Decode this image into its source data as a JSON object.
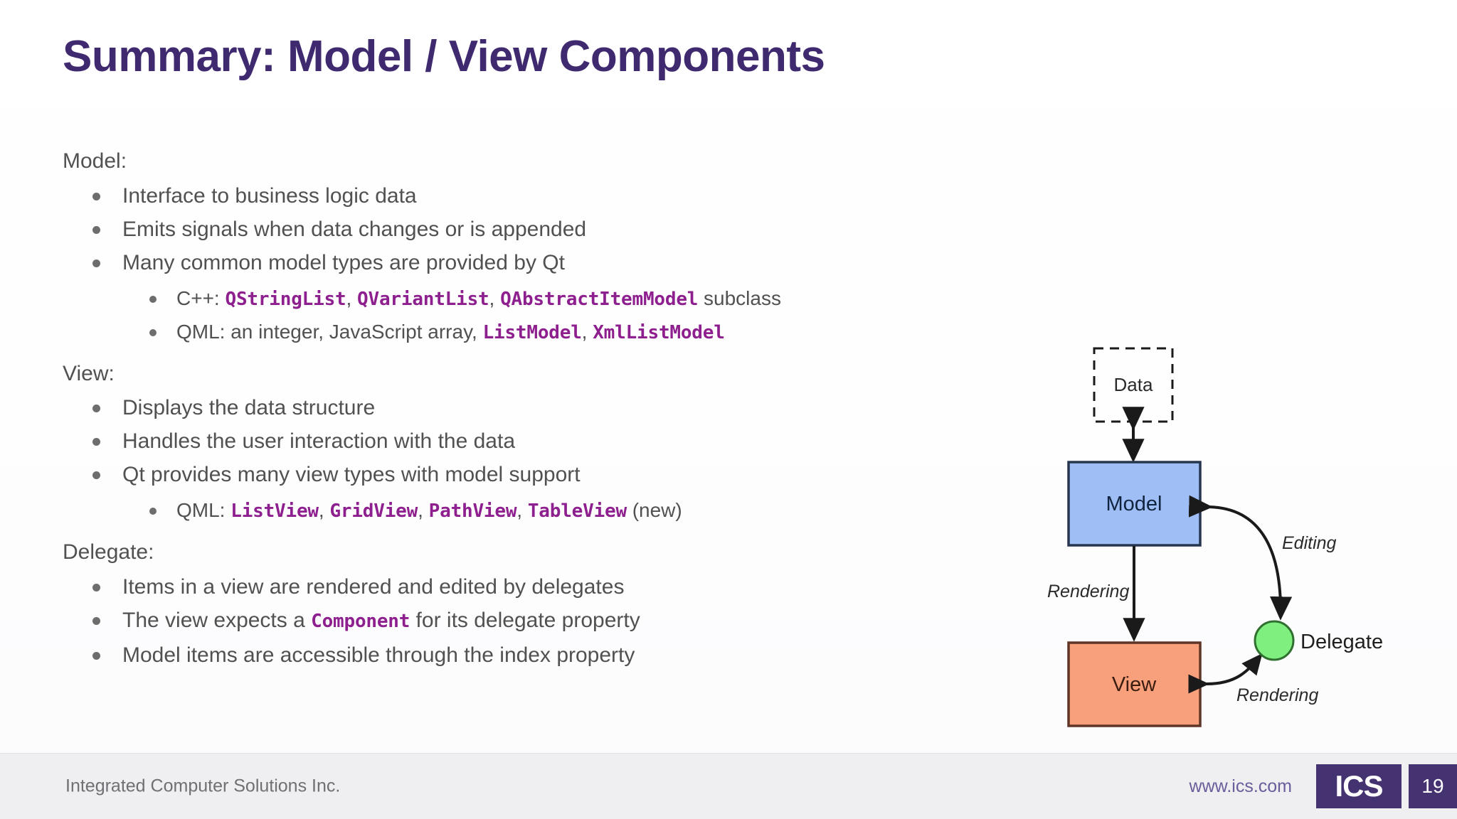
{
  "slide": {
    "title": "Summary: Model / View Components",
    "title_color": "#3f2a70",
    "body_color": "#515151",
    "code_color": "#8e1f8e"
  },
  "sections": {
    "model": {
      "heading": "Model:",
      "items": [
        "Interface to business logic data",
        "Emits signals when data changes or is appended",
        "Many common model types are provided by Qt"
      ],
      "sub": {
        "cpp": {
          "prefix": "C++: ",
          "codes": [
            "QStringList",
            "QVariantList",
            "QAbstractItemModel"
          ],
          "suffix": " subclass"
        },
        "qml": {
          "prefix": "QML: an integer, JavaScript array, ",
          "codes": [
            "ListModel",
            "XmlListModel"
          ],
          "suffix": ""
        }
      }
    },
    "view": {
      "heading": "View:",
      "items": [
        "Displays the data structure",
        "Handles the user interaction with the data",
        "Qt provides many view types with model support"
      ],
      "sub": {
        "qml": {
          "prefix": "QML: ",
          "codes": [
            "ListView",
            "GridView",
            "PathView",
            "TableView"
          ],
          "suffix": " (new)"
        }
      }
    },
    "delegate": {
      "heading": "Delegate:",
      "items_html": [
        {
          "before": "Items in a view are rendered and edited by delegates",
          "code": "",
          "after": ""
        },
        {
          "before": "The view expects a ",
          "code": "Component",
          "after": " for its delegate property"
        },
        {
          "before": "Model items are accessible through the index property",
          "code": "",
          "after": ""
        }
      ]
    }
  },
  "diagram": {
    "nodes": {
      "data": "Data",
      "model": "Model",
      "view": "View",
      "delegate": "Delegate"
    },
    "labels": {
      "editing": "Editing",
      "rendering_left": "Rendering",
      "rendering_right": "Rendering"
    },
    "colors": {
      "model_fill": "#9fbef5",
      "model_stroke": "#27364f",
      "view_fill": "#f89f7c",
      "view_stroke": "#6b3d2a",
      "delegate_fill": "#7ff07f",
      "delegate_stroke": "#2f6f2f",
      "data_stroke": "#1a1a1a",
      "arrow": "#1a1a1a"
    }
  },
  "footer": {
    "company": "Integrated Computer Solutions Inc.",
    "url": "www.ics.com",
    "logo": "ICS",
    "page": "19",
    "badge_color": "#453270"
  }
}
